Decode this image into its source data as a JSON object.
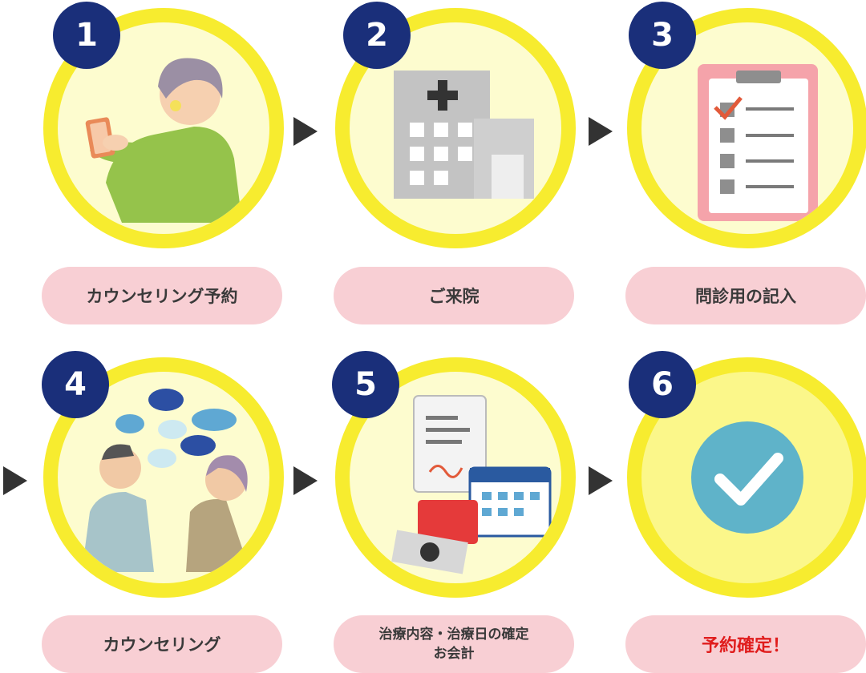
{
  "steps": [
    {
      "number": "1",
      "label": "カウンセリング予約"
    },
    {
      "number": "2",
      "label": "ご来院"
    },
    {
      "number": "3",
      "label": "問診用の記入"
    },
    {
      "number": "4",
      "label": "カウンセリング"
    },
    {
      "number": "5",
      "label_line1": "治療内容・治療日の確定",
      "label_line2": "お会計"
    },
    {
      "number": "6",
      "label": "予約確定！"
    }
  ],
  "icons": [
    "smartphone-booking-icon",
    "hospital-building-icon",
    "medical-questionnaire-icon",
    "doctor-patient-consultation-icon",
    "payment-calendar-icon",
    "checkmark-icon"
  ],
  "colors": {
    "circle_border": "#f7ec2f",
    "circle_fill": "#fdfccf",
    "number_badge": "#1a2f7a",
    "label_pill": "#f8cfd4",
    "final_label_text": "#e01d1d",
    "check_circle": "#5fb3c9"
  }
}
